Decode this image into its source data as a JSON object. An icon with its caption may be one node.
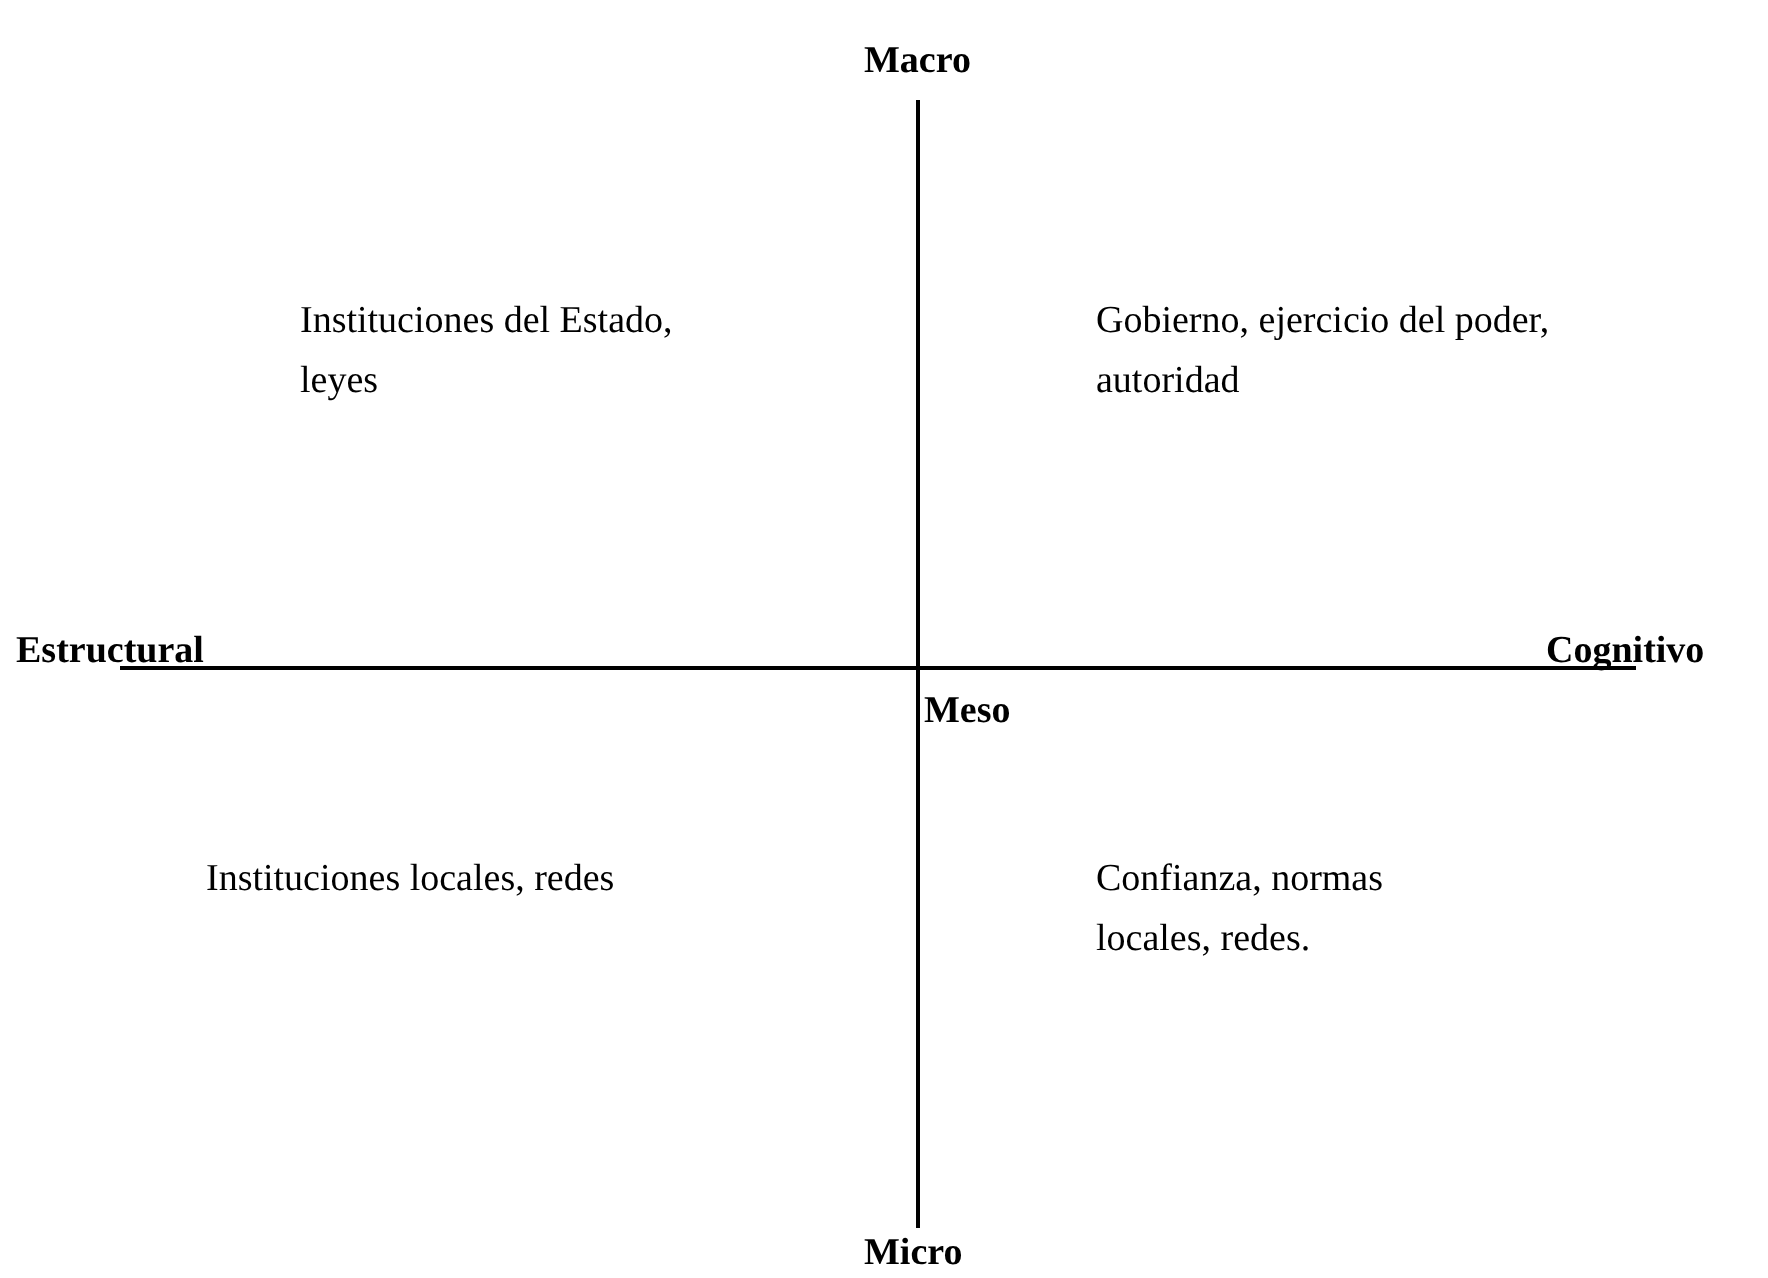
{
  "diagram": {
    "labels": [
      "Macro",
      "Instituciones del Estado, leyes",
      "Gobierno, ejercicio del poder, autoridad",
      "Estructural",
      "Cognitivo",
      "Meso",
      "Instituciones locales, redes",
      "Confianza, normas locales, redes.",
      "Micro"
    ]
  }
}
